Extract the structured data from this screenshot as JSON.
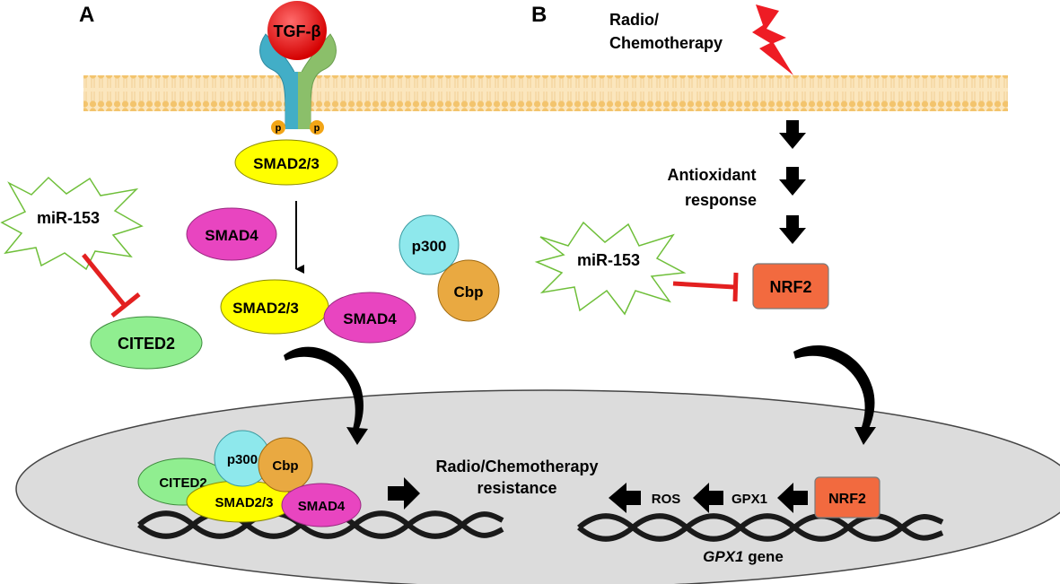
{
  "panels": {
    "a_letter": "A",
    "b_letter": "B"
  },
  "panel_a": {
    "ligand": "TGF-β",
    "phospho_left": "p",
    "phospho_right": "p",
    "smad23_receptor": "SMAD2/3",
    "mirna": "miR-153",
    "smad4_free": "SMAD4",
    "p300_free": "p300",
    "cbp_free": "Cbp",
    "complex_smad23": "SMAD2/3",
    "complex_smad4": "SMAD4",
    "cited2_free": "CITED2",
    "nuc_cited2": "CITED2",
    "nuc_p300": "p300",
    "nuc_cbp": "Cbp",
    "nuc_smad23": "SMAD2/3",
    "nuc_smad4": "SMAD4",
    "resistance_line1": "Radio/Chemotherapy",
    "resistance_line2": "resistance"
  },
  "panel_b": {
    "stimulus_line1": "Radio/",
    "stimulus_line2": "Chemotherapy",
    "response_line1": "Antioxidant",
    "response_line2": "response",
    "mirna": "miR-153",
    "nrf2_cyto": "NRF2",
    "nrf2_nuc": "NRF2",
    "gpx1": "GPX1",
    "ros": "ROS",
    "gene_name": "GPX1",
    "gene_suffix": " gene"
  },
  "colors": {
    "membrane": "#f6cf8a",
    "nucleus": "#dcdcdc",
    "ligand": "#ee1c24",
    "smad23": "#ffff00",
    "smad4": "#e845c0",
    "p300": "#8ee8ec",
    "cbp": "#e9a941",
    "cited2": "#90ee90",
    "nrf2": "#f26a3f",
    "inhibit": "#e32020",
    "receptor_blue": "#42aec7",
    "receptor_green": "#8bbf6a"
  }
}
